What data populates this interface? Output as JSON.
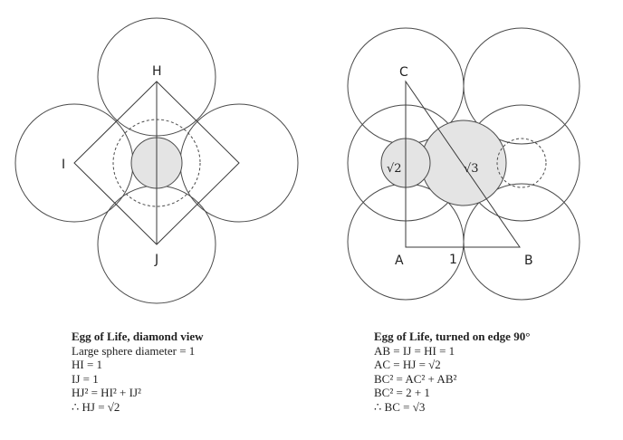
{
  "left_figure": {
    "points": {
      "H": "H",
      "I": "I",
      "J": "J"
    },
    "caption": {
      "title": "Egg of Life, diamond view",
      "lines": [
        "Large sphere diameter = 1",
        "HI = 1",
        "IJ = 1",
        "HJ² = HI² + IJ²",
        "∴ HJ = √2"
      ]
    }
  },
  "right_figure": {
    "points": {
      "C": "C",
      "A": "A",
      "B": "B"
    },
    "edge_label": "1",
    "radical_labels": {
      "small": "√2",
      "large": "√3"
    },
    "caption": {
      "title": "Egg of Life, turned on edge 90°",
      "lines": [
        "AB = IJ = HI = 1",
        "AC = HJ = √2",
        "BC² = AC² + AB²",
        "BC² = 2 + 1",
        "∴ BC = √3"
      ]
    }
  },
  "colors": {
    "stroke": "#4a4a4a",
    "shade": "#e4e4e4"
  }
}
